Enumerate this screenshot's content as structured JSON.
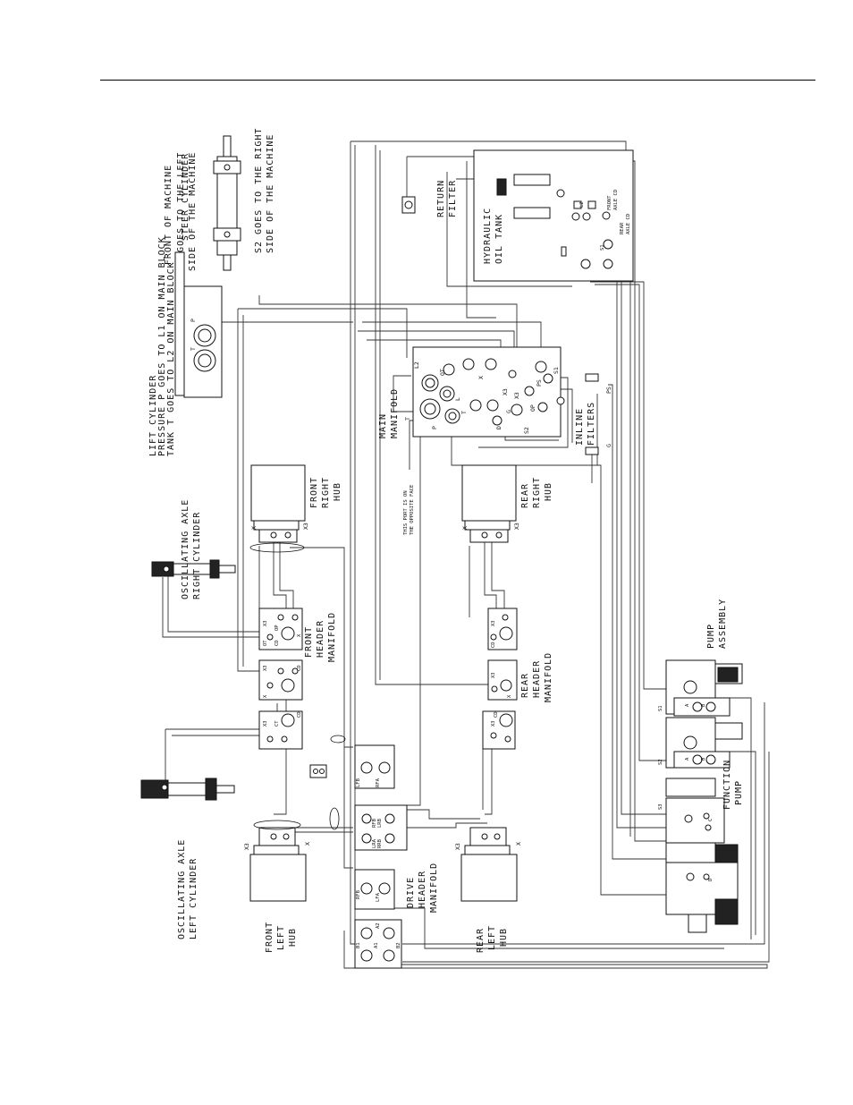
{
  "labels": {
    "front_of_machine": "FRONT OF MACHINE",
    "steer_cylinder": "STEER CYLINDER",
    "s1_line1": "S1 GOES TO THE LEFT",
    "s1_line2": "SIDE OF THE MACHINE",
    "s2_line1": "S2 GOES TO THE RIGHT",
    "s2_line2": "SIDE OF THE MACHINE",
    "lift_line1": "LIFT CYLINDER",
    "lift_line2": "PRESSURE P GOES TO L1 ON MAIN BLOCK",
    "lift_line3": "TANK T GOES TO L2 ON MAIN BLOCK",
    "return_filter_1": "RETURN",
    "return_filter_2": "FILTER",
    "hyd_tank_1": "HYDRAULIC",
    "hyd_tank_2": "OIL TANK",
    "front_axle_cd_1": "FRONT",
    "front_axle_cd_2": "AXLE CD",
    "rear_axle_cd_1": "REAR",
    "rear_axle_cd_2": "AXLE CD",
    "main_manifold_1": "MAIN",
    "main_manifold_2": "MANIFOLD",
    "inline_filters_1": "INLINE",
    "inline_filters_2": "FILTERS",
    "opposite_face_1": "THIS PORT IS ON",
    "opposite_face_2": "THE OPPOSITE FACE",
    "osc_right_1": "OSCILLATING AXLE",
    "osc_right_2": "RIGHT CYLINDER",
    "front_right_hub_1": "FRONT",
    "front_right_hub_2": "RIGHT",
    "front_right_hub_3": "HUB",
    "rear_right_hub_1": "REAR",
    "rear_right_hub_2": "RIGHT",
    "rear_right_hub_3": "HUB",
    "front_header_1": "FRONT",
    "front_header_2": "HEADER",
    "front_header_3": "MANIFOLD",
    "rear_header_1": "REAR",
    "rear_header_2": "HEADER",
    "rear_header_3": "MANIFOLD",
    "pump_assembly_1": "PUMP",
    "pump_assembly_2": "ASSEMBLY",
    "function_pump_1": "FUNCTION",
    "function_pump_2": "PUMP",
    "osc_left_1": "OSCILLATING AXLE",
    "osc_left_2": "LEFT CYLINDER",
    "front_left_hub_1": "FRONT",
    "front_left_hub_2": "LEFT",
    "front_left_hub_3": "HUB",
    "drive_header_1": "DRIVE",
    "drive_header_2": "HEADER",
    "drive_header_3": "MANIFOLD",
    "rear_left_hub_1": "REAR",
    "rear_left_hub_2": "LEFT",
    "rear_left_hub_3": "HUB"
  },
  "ports": {
    "p": "P",
    "t": "T",
    "l": "L",
    "l1": "L1",
    "l2": "L2",
    "g": "G",
    "s1": "S1",
    "s2": "S2",
    "s3": "S3",
    "ps": "PS",
    "op": "OP",
    "ot": "OT",
    "cd": "CD",
    "x": "X",
    "x3": "X3",
    "d": "D",
    "a": "A",
    "b": "B",
    "a1": "A1",
    "a2": "A2",
    "b1": "B1",
    "b2": "B2",
    "lfa": "LFA",
    "lfb": "LFB",
    "rfa": "RFA",
    "rfb": "RFB",
    "lra": "LRA",
    "lrb": "LRB",
    "rra": "RRA",
    "rrb": "RRB",
    "ct": "CT",
    "c": "C"
  }
}
